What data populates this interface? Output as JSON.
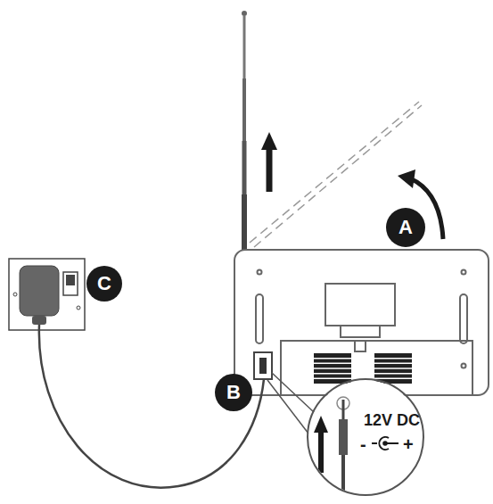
{
  "diagram": {
    "nodes": [
      {
        "text": [
          "A"
        ]
      },
      {
        "text": [
          "C"
        ]
      },
      {
        "text": [
          "B"
        ]
      },
      {
        "text": [
          "12V DC",
          "-",
          "+"
        ]
      }
    ]
  }
}
